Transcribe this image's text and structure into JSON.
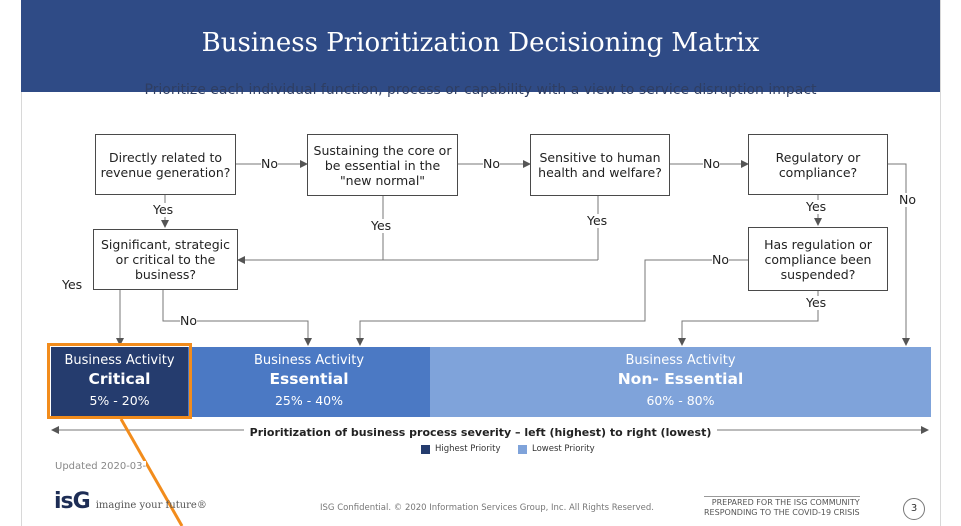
{
  "header": {
    "title": "Business Prioritization Decisioning Matrix",
    "subtitle": "Prioritize each individual function, process or capability with a view to service disruption impact"
  },
  "flow": {
    "boxes": {
      "revenue": "Directly related to revenue generation?",
      "sustaining": "Sustaining the core or be essential in the \"new normal\"",
      "health": "Sensitive to human health and welfare?",
      "regulatory": "Regulatory or compliance?",
      "significant": "Significant, strategic or critical to the business?",
      "suspended": "Has regulation or compliance been suspended?"
    },
    "labels": {
      "no": "No",
      "yes": "Yes"
    }
  },
  "bands": [
    {
      "name": "Business Activity",
      "category": "Critical",
      "range": "5% - 20%",
      "color": "#253c6e"
    },
    {
      "name": "Business Activity",
      "category": "Essential",
      "range": "25% - 40%",
      "color": "#4b79c4"
    },
    {
      "name": "Business Activity",
      "category": "Non- Essential",
      "range": "60% - 80%",
      "color": "#7fa3da"
    }
  ],
  "axis": {
    "label": "Prioritization of business process severity – left (highest) to right (lowest)"
  },
  "legend": {
    "highest": "Highest Priority",
    "highest_color": "#253c6e",
    "lowest": "Lowest Priority",
    "lowest_color": "#7fa3da"
  },
  "footer": {
    "updated": "Updated 2020-03-",
    "logo": "isG",
    "tagline": "imagine your future®",
    "confidential": "ISG Confidential. © 2020 Information Services Group, Inc. All Rights Reserved.",
    "prepared_line1": "PREPARED FOR THE ISG COMMUNITY",
    "prepared_line2": "RESPONDING TO THE COVID-19 CRISIS",
    "page": "3"
  },
  "colors": {
    "header": "#2f4b86",
    "highlight": "#f28c1c"
  }
}
